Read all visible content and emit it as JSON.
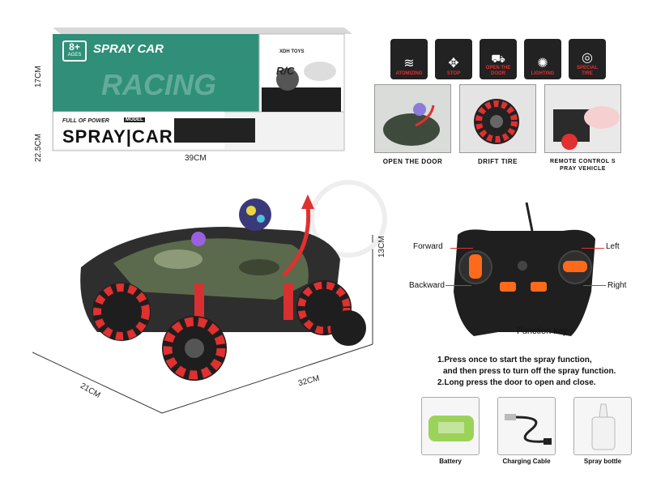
{
  "package": {
    "age_badge": "8+",
    "age_sub": "AGES",
    "top_title": "SPRAY CAR",
    "racing": "RACING",
    "rc_logo": "R/C",
    "brand": "XDH TOYS",
    "full_of_power": "FULL OF POWER",
    "model_tag": "MODEL",
    "spray_car": "SPRAY|CAR",
    "dim_height": "17CM",
    "dim_depth": "22.5CM",
    "dim_width": "39CM"
  },
  "features": [
    {
      "label": "ATOMIZING",
      "icon": "mist-icon"
    },
    {
      "label": "STOP",
      "icon": "arrows-stop-icon"
    },
    {
      "label": "OPEN THE DOOR",
      "icon": "car-door-icon"
    },
    {
      "label": "LIGHTING",
      "icon": "light-bulb-icon"
    },
    {
      "label": "SPECIAL TIRE",
      "icon": "tire-icon"
    }
  ],
  "photos": [
    {
      "caption": "OPEN THE DOOR"
    },
    {
      "caption": "DRIFT TIRE"
    },
    {
      "caption": "REMOTE CONTROL S PRAY VEHICLE"
    }
  ],
  "car_dims": {
    "height": "13CM",
    "depth": "21CM",
    "length": "32CM"
  },
  "controller": {
    "forward": "Forward",
    "backward": "Backward",
    "left": "Left",
    "right": "Right",
    "function_key": "Function key"
  },
  "instructions": {
    "line1": "1.Press once to start the spray function,",
    "line2": "and then press to turn off the spray function.",
    "line3": "2.Long press the door to open and close."
  },
  "accessories": [
    {
      "label": "Battery"
    },
    {
      "label": "Charging Cable"
    },
    {
      "label": "Spray bottle"
    }
  ],
  "colors": {
    "accent_red": "#e03030",
    "box_green": "#2f8f78",
    "dark": "#1e1e1e"
  }
}
